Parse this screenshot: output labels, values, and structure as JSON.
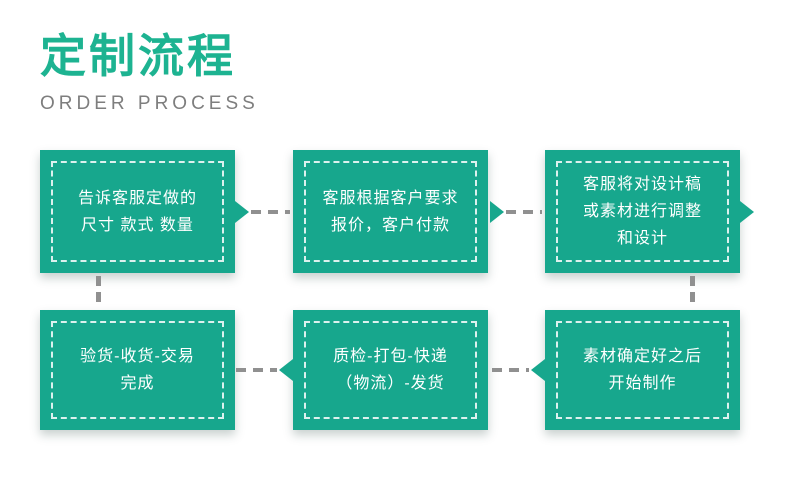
{
  "header": {
    "title": "定制流程",
    "subtitle": "ORDER PROCESS"
  },
  "colors": {
    "box_teal": "#17a78d",
    "title_green": "#1db391",
    "subtitle_gray": "#7e7e7e",
    "connector_gray": "#909090",
    "box_text": "#ffffff"
  },
  "flow": {
    "steps": [
      {
        "id": 1,
        "lines": [
          "告诉客服定做的",
          "尺寸 款式 数量"
        ]
      },
      {
        "id": 2,
        "lines": [
          "客服根据客户要求",
          "报价，客户付款"
        ]
      },
      {
        "id": 3,
        "lines": [
          "客服将对设计稿",
          "或素材进行调整",
          "和设计"
        ]
      },
      {
        "id": 4,
        "lines": [
          "素材确定好之后",
          "开始制作"
        ]
      },
      {
        "id": 5,
        "lines": [
          "质检-打包-快递",
          "（物流）-发货"
        ]
      },
      {
        "id": 6,
        "lines": [
          "验货-收货-交易",
          "完成"
        ]
      }
    ]
  }
}
